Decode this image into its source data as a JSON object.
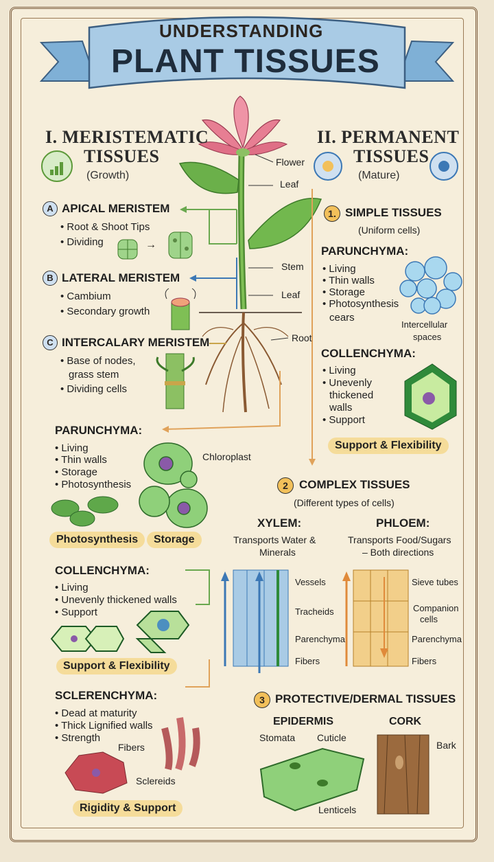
{
  "title": {
    "top": "UNDERSTANDING",
    "main": "PLANT TISSUES"
  },
  "meristematic": {
    "heading_line1": "I. MERISTEMATIC",
    "heading_line2": "TISSUES",
    "sub": "(Growth)",
    "apical": {
      "badge": "A",
      "title": "APICAL MERISTEM",
      "items": [
        "• Root & Shoot Tips",
        "• Dividing"
      ]
    },
    "lateral": {
      "badge": "B",
      "title": "LATERAL MERISTEM",
      "items": [
        "• Cambium",
        "• Secondary growth"
      ]
    },
    "intercalary": {
      "badge": "C",
      "title": "INTERCALARY MERISTEM",
      "items": [
        "• Base of nodes,",
        "grass stem",
        "• Dividing cells"
      ]
    }
  },
  "permanent": {
    "heading_line1": "II. PERMANENT",
    "heading_line2": "TISSUES",
    "sub": "(Mature)",
    "simple": {
      "num": "1.",
      "title": "SIMPLE TISSUES",
      "sub": "(Uniform cells)"
    },
    "parenchyma_r": {
      "title": "PARUNCHYMA:",
      "items": [
        "• Living",
        "• Thin walls",
        "• Storage",
        "• Photosynthesis",
        "cears"
      ],
      "label": "Intercellular",
      "label2": "spaces"
    },
    "collenchyma_r": {
      "title": "COLLENCHYMA:",
      "items": [
        "• Living",
        "• Unevenly",
        "thickened",
        "walls",
        "• Support"
      ],
      "pill": "Support & Flexibility"
    },
    "complex": {
      "num": "2",
      "title": "COMPLEX TISSUES",
      "sub": "(Different types of cells)"
    },
    "xylem": {
      "title": "XYLEM:",
      "desc1": "Transports Water &",
      "desc2": "Minerals",
      "labels": [
        "Vessels",
        "Tracheids",
        "Parenchyma",
        "Fibers"
      ]
    },
    "phloem": {
      "title": "PHLOEM:",
      "desc1": "Transports Food/Sugars",
      "desc2": "– Both directions",
      "labels": [
        "Sieve tubes",
        "Companion",
        "cells",
        "Parenchyma",
        "Fibers"
      ]
    },
    "protective": {
      "num": "3",
      "title": "PROTECTIVE/DERMAL TISSUES",
      "epidermis": "EPIDERMIS",
      "cork": "CORK",
      "stomata": "Stomata",
      "cuticle": "Cuticle",
      "bark": "Bark",
      "lenticels": "Lenticels"
    }
  },
  "plant_labels": {
    "flower": "Flower",
    "leaf1": "Leaf",
    "stem": "Stem",
    "leaf2": "Leaf",
    "root": "Root"
  },
  "left_lower": {
    "parenchyma": {
      "title": "PARUNCHYMA:",
      "items": [
        "• Living",
        "• Thin walls",
        "• Storage",
        "• Photosynthesis"
      ],
      "chloroplast": "Chloroplast",
      "pill1": "Photosynthesis",
      "pill2": "Storage"
    },
    "collenchyma": {
      "title": "COLLENCHYMA:",
      "items": [
        "• Living",
        "• Unevenly thickened walls",
        "• Support"
      ],
      "pill": "Support & Flexibility"
    },
    "sclerenchyma": {
      "title": "SCLERENCHYMA:",
      "items": [
        "• Dead at maturity",
        "• Thick Lignified walls",
        "• Strength"
      ],
      "fibers": "Fibers",
      "sclereids": "Sclereids",
      "pill": "Rigidity & Support"
    }
  },
  "colors": {
    "accent_green": "#5d9a3a",
    "banner_blue": "#9cc3e0",
    "pill": "#f5dc9a",
    "arrow_orange": "#e0a25a"
  }
}
